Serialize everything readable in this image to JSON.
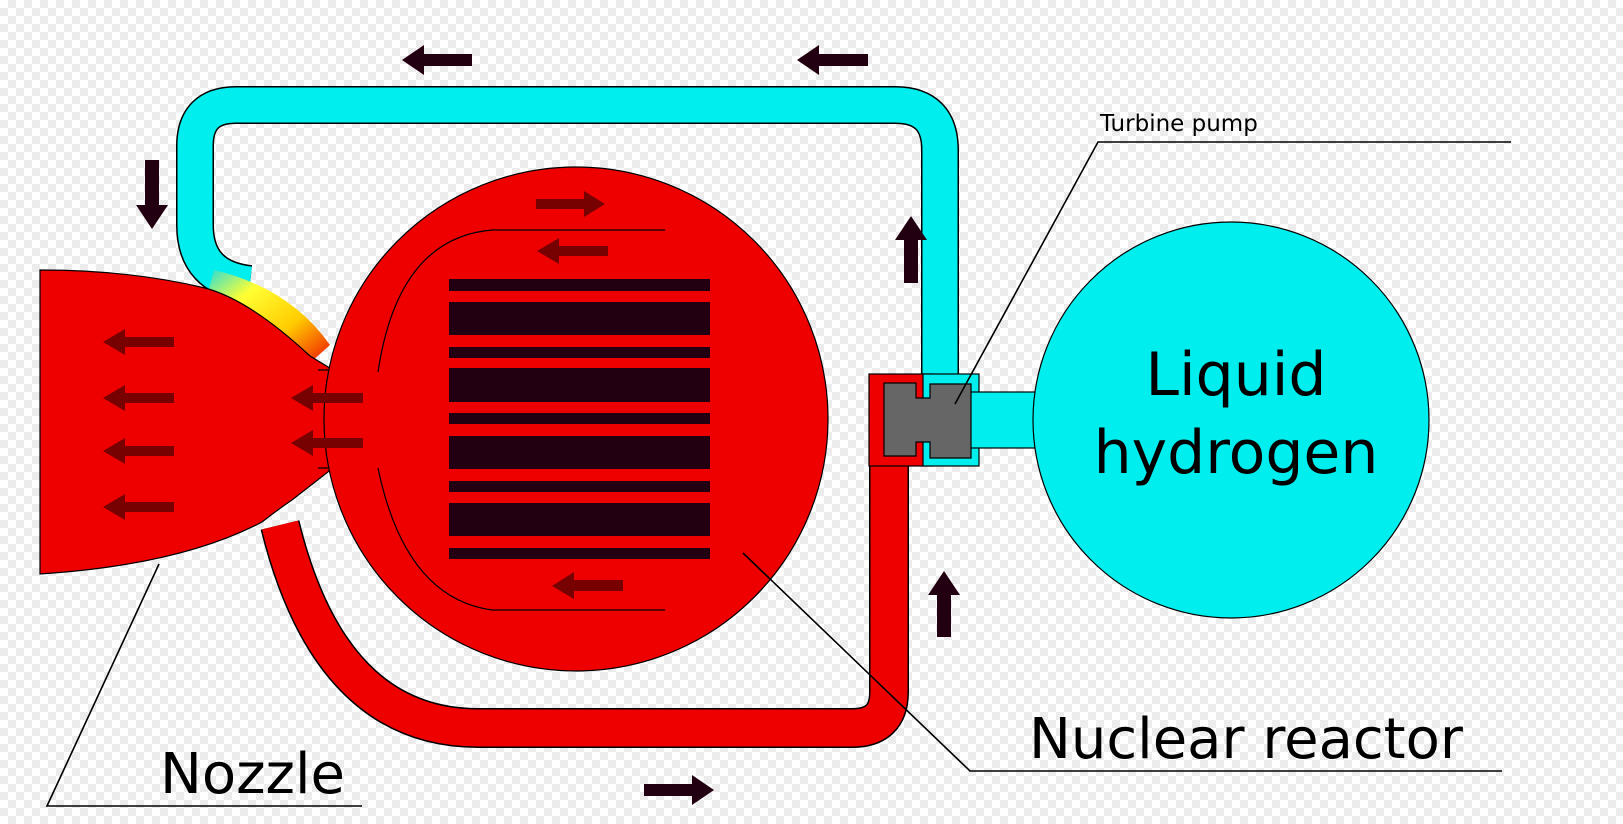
{
  "labels": {
    "nozzle": "Nozzle",
    "nuclear_reactor": "Nuclear reactor",
    "liquid_hydrogen_line1": "Liquid",
    "liquid_hydrogen_line2": "hydrogen",
    "turbine_pump": "Turbine pump"
  },
  "colors": {
    "hot_hydrogen": "#ee0000",
    "cold_hydrogen": "#00eeee",
    "fuel_elements": "#220011",
    "flow_arrow_dark": "#220011",
    "flow_arrow_inner": "#770000",
    "turbine_pump": "#666666",
    "heated_transition_start": "#ffff33",
    "heated_transition_end": "#ee0000"
  },
  "icons": {
    "flow_arrow": "arrow-icon",
    "turbine": "turbine-icon"
  }
}
